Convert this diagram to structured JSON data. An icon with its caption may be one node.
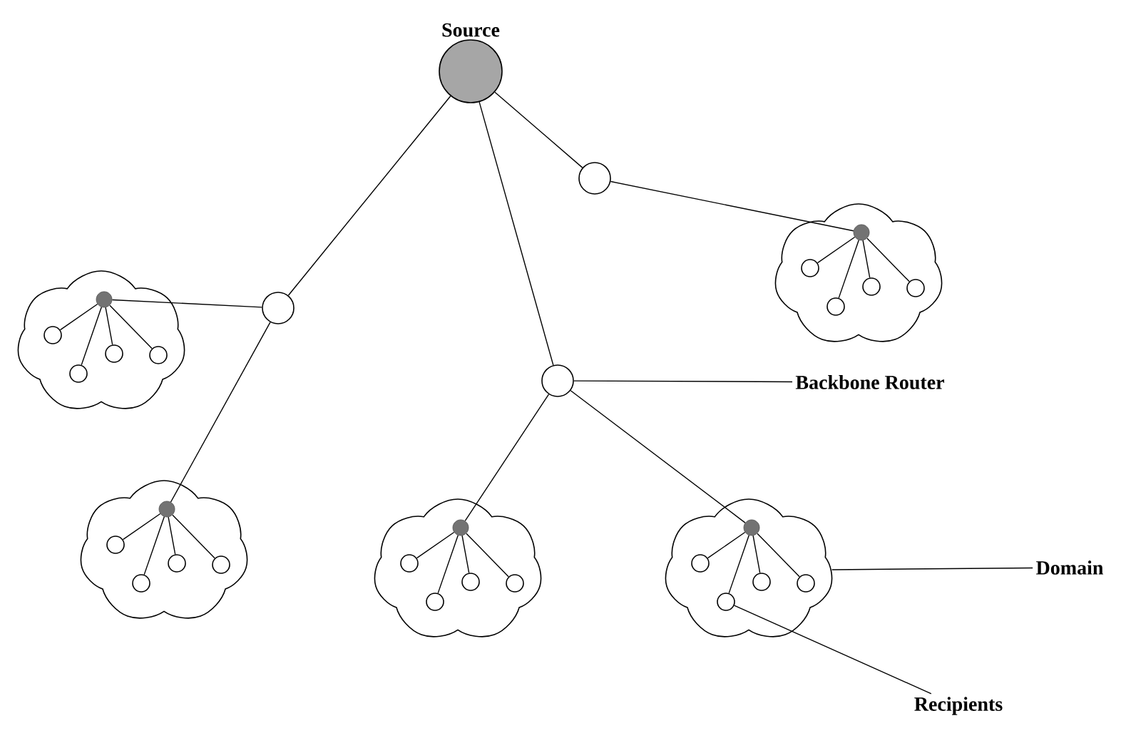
{
  "diagram": {
    "nodes": [
      {
        "text": [
          "Source"
        ]
      },
      {
        "text": [],
        "shape": "circle"
      },
      {
        "text": [],
        "shape": "circle"
      },
      {
        "text": [],
        "shape": "circle"
      },
      {
        "text": [
          "Backbone Router"
        ]
      },
      {
        "text": [],
        "shape": "cloud"
      },
      {
        "text": [],
        "shape": "circle",
        "in": 5
      },
      {
        "text": [],
        "shape": "circle",
        "in": 5
      },
      {
        "text": [],
        "shape": "circle",
        "in": 5
      },
      {
        "text": [],
        "shape": "circle",
        "in": 5
      },
      {
        "text": [],
        "shape": "circle",
        "in": 5
      },
      {
        "text": [],
        "shape": "cloud"
      },
      {
        "text": [],
        "shape": "circle",
        "in": 11
      },
      {
        "text": [],
        "shape": "circle",
        "in": 11
      },
      {
        "text": [],
        "shape": "circle",
        "in": 11
      },
      {
        "text": [],
        "shape": "circle",
        "in": 11
      },
      {
        "text": [],
        "shape": "circle",
        "in": 11
      },
      {
        "text": [],
        "shape": "cloud"
      },
      {
        "text": [],
        "shape": "circle",
        "in": 17
      },
      {
        "text": [],
        "shape": "circle",
        "in": 17
      },
      {
        "text": [],
        "shape": "circle",
        "in": 17
      },
      {
        "text": [],
        "shape": "circle",
        "in": 17
      },
      {
        "text": [],
        "shape": "circle",
        "in": 17
      },
      {
        "text": [],
        "shape": "cloud"
      },
      {
        "text": [],
        "shape": "circle",
        "in": 23
      },
      {
        "text": [],
        "shape": "circle",
        "in": 23
      },
      {
        "text": [],
        "shape": "circle",
        "in": 23
      },
      {
        "text": [],
        "shape": "circle",
        "in": 23
      },
      {
        "text": [],
        "shape": "circle",
        "in": 23
      },
      {
        "text": [],
        "shape": "cloud"
      },
      {
        "text": [],
        "shape": "circle",
        "in": 29
      },
      {
        "text": [],
        "shape": "circle",
        "in": 29
      },
      {
        "text": [],
        "shape": "circle",
        "in": 29
      },
      {
        "text": [],
        "shape": "circle",
        "in": 29
      },
      {
        "text": [],
        "shape": "circle",
        "in": 29
      },
      {
        "text": [
          "Domain"
        ]
      },
      {
        "text": [
          "Recipients"
        ]
      }
    ],
    "edges": [
      {
        "from": 0,
        "to": 1,
        "arrow": "none"
      },
      {
        "from": 0,
        "to": 2,
        "arrow": "none"
      },
      {
        "from": 0,
        "to": 3,
        "arrow": "none"
      },
      {
        "from": 1,
        "to": 6,
        "arrow": "none"
      },
      {
        "from": 1,
        "to": 18,
        "arrow": "none"
      },
      {
        "from": 2,
        "to": 12,
        "arrow": "none"
      },
      {
        "from": 3,
        "to": 24,
        "arrow": "none"
      },
      {
        "from": 3,
        "to": 30,
        "arrow": "none"
      },
      {
        "from": 4,
        "to": 3,
        "arrow": "none"
      },
      {
        "from": 6,
        "to": 7,
        "arrow": "none"
      },
      {
        "from": 6,
        "to": 8,
        "arrow": "none"
      },
      {
        "from": 6,
        "to": 9,
        "arrow": "none"
      },
      {
        "from": 6,
        "to": 10,
        "arrow": "none"
      },
      {
        "from": 12,
        "to": 13,
        "arrow": "none"
      },
      {
        "from": 12,
        "to": 14,
        "arrow": "none"
      },
      {
        "from": 12,
        "to": 15,
        "arrow": "none"
      },
      {
        "from": 12,
        "to": 16,
        "arrow": "none"
      },
      {
        "from": 18,
        "to": 19,
        "arrow": "none"
      },
      {
        "from": 18,
        "to": 20,
        "arrow": "none"
      },
      {
        "from": 18,
        "to": 21,
        "arrow": "none"
      },
      {
        "from": 18,
        "to": 22,
        "arrow": "none"
      },
      {
        "from": 24,
        "to": 25,
        "arrow": "none"
      },
      {
        "from": 24,
        "to": 26,
        "arrow": "none"
      },
      {
        "from": 24,
        "to": 27,
        "arrow": "none"
      },
      {
        "from": 24,
        "to": 28,
        "arrow": "none"
      },
      {
        "from": 30,
        "to": 31,
        "arrow": "none"
      },
      {
        "from": 30,
        "to": 32,
        "arrow": "none"
      },
      {
        "from": 30,
        "to": 33,
        "arrow": "none"
      },
      {
        "from": 30,
        "to": 34,
        "arrow": "none"
      },
      {
        "from": 35,
        "to": 29,
        "arrow": "none"
      },
      {
        "from": 36,
        "to": 32,
        "arrow": "none"
      }
    ]
  }
}
